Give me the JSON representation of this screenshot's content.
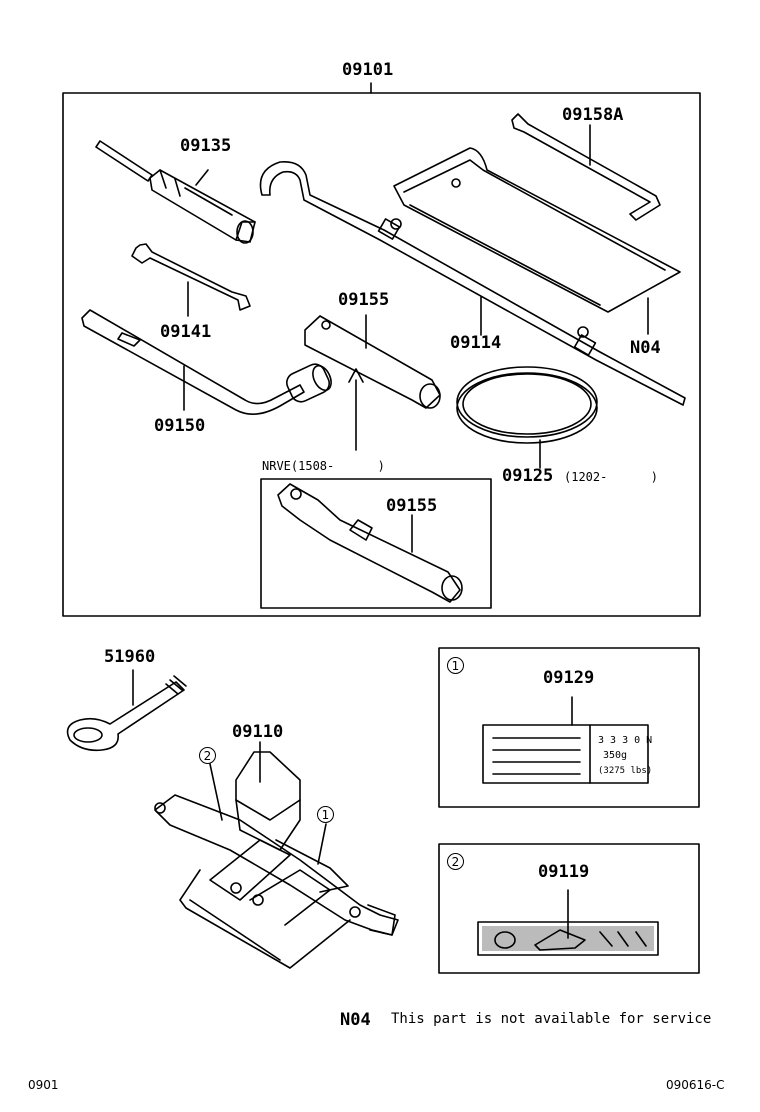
{
  "parts": {
    "kit": "09101",
    "screwdriver": "09135",
    "wrench": "09141",
    "lug_wrench": "09150",
    "socket_wrench": "09155",
    "socket_wrench_alt": "09155",
    "jack_handle": "09114",
    "tool_bag": "N04",
    "handle_extension": "09158A",
    "band": "09125",
    "band_suffix": "(1202-      )",
    "alt_heading": "NRVE(1508-      )",
    "towing_eye": "51960",
    "jack": "09110",
    "jack_label": "09129",
    "jack_caution_label": "09119"
  },
  "callouts": {
    "one": "1",
    "two": "2"
  },
  "label_text": {
    "line1": "3 3 3 0 N",
    "line2": "350g",
    "line3": "(3275 lbs)"
  },
  "legend": {
    "code": "N04",
    "text": "This part is not available for service"
  },
  "footer": {
    "left": "0901",
    "right": "090616-C"
  }
}
